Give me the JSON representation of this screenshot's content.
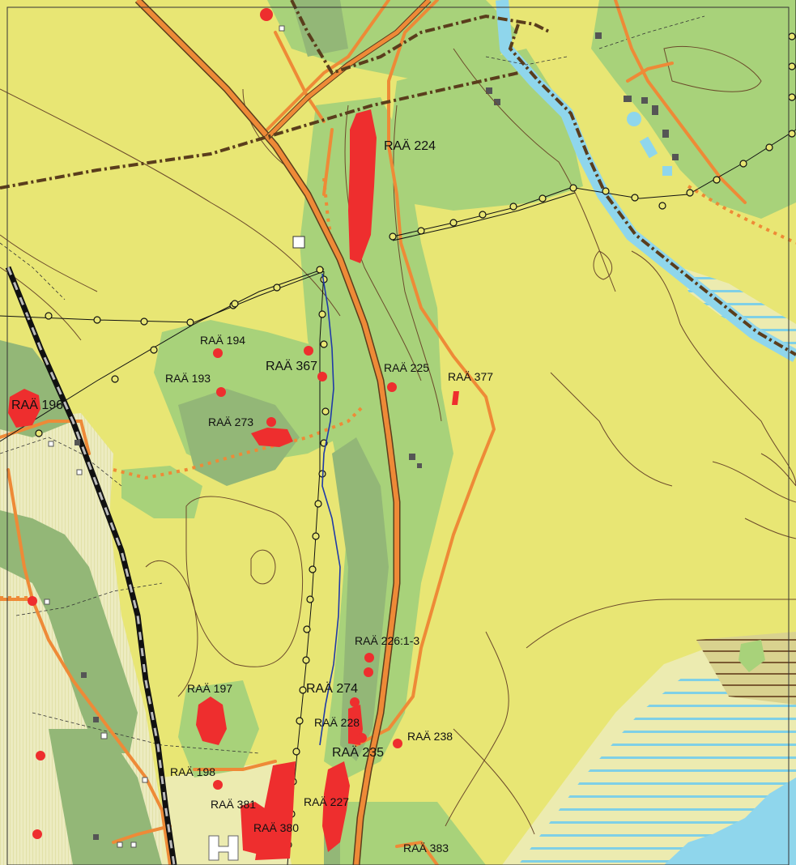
{
  "map": {
    "colors": {
      "open_land": "#e8e674",
      "forest": "#a8d27a",
      "dense_forest": "#93b777",
      "pale_field": "#ecebb0",
      "water": "#8fd6ec",
      "wetland_stripe": "#7fd0e6",
      "ancient_monument": "#ee2e2e",
      "road": "#ee8a37",
      "trail": "#ee8a37",
      "boundary": "#5a3d1c",
      "powerline": "#111111",
      "railway": "#111111",
      "stream": "#1f3aa8",
      "contour": "#6b4a2b"
    },
    "sites": [
      {
        "id": "raa-224",
        "label": "RAÄ 224"
      },
      {
        "id": "raa-194",
        "label": "RAÄ 194"
      },
      {
        "id": "raa-367",
        "label": "RAÄ 367"
      },
      {
        "id": "raa-193",
        "label": "RAÄ 193"
      },
      {
        "id": "raa-225",
        "label": "RAÄ 225"
      },
      {
        "id": "raa-377",
        "label": "RAÄ 377"
      },
      {
        "id": "raa-196",
        "label": "RAÄ 196"
      },
      {
        "id": "raa-273",
        "label": "RAÄ 273"
      },
      {
        "id": "raa-226",
        "label": "RAÄ 226:1-3"
      },
      {
        "id": "raa-197",
        "label": "RAÄ 197"
      },
      {
        "id": "raa-274",
        "label": "RAÄ 274"
      },
      {
        "id": "raa-228",
        "label": "RAÄ 228"
      },
      {
        "id": "raa-238",
        "label": "RAÄ 238"
      },
      {
        "id": "raa-235",
        "label": "RAÄ 235"
      },
      {
        "id": "raa-198",
        "label": "RAÄ 198"
      },
      {
        "id": "raa-381",
        "label": "RAÄ 381"
      },
      {
        "id": "raa-227",
        "label": "RAÄ 227"
      },
      {
        "id": "raa-380",
        "label": "RAÄ 380"
      },
      {
        "id": "raa-383",
        "label": "RAÄ 383"
      }
    ]
  }
}
